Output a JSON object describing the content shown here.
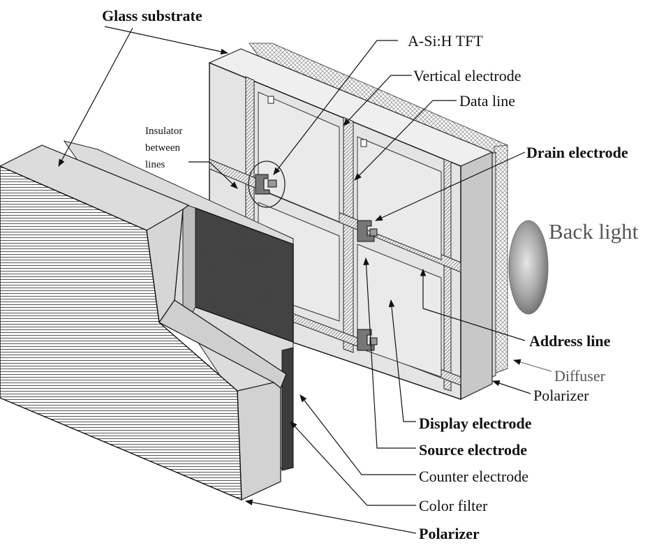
{
  "diagram": {
    "labels": {
      "glass_substrate": "Glass substrate",
      "a_si_tft": "A-Si:H TFT",
      "vertical_electrode": "Vertical electrode",
      "data_line": "Data line",
      "insulator_line1": "Insulator",
      "insulator_line2": "between",
      "insulator_line3": "lines",
      "drain_electrode": "Drain electrode",
      "back_light": "Back light",
      "address_line": "Address line",
      "diffuser": "Diffuser",
      "polarizer_back": "Polarizer",
      "display_electrode": "Display electrode",
      "source_electrode": "Source electrode",
      "counter_electrode": "Counter electrode",
      "color_filter": "Color filter",
      "polarizer_front": "Polarizer"
    },
    "colors": {
      "outline": "#111111",
      "glass_face": "#e2e2e2",
      "glass_edge": "#c4c4c4",
      "color_filter_dark": "#4a4a4a",
      "diffuser_gray": "#d2d2d2",
      "backlight_gray": "#9a9a9a"
    }
  }
}
